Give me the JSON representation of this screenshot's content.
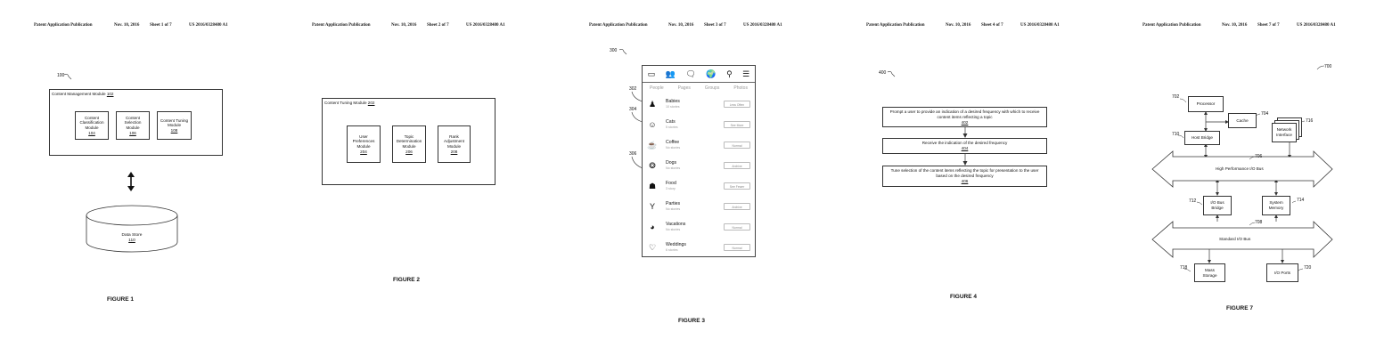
{
  "headers": [
    {
      "pub": "Patent Application Publication",
      "date": "Nov. 10, 2016",
      "sheet": "Sheet 1 of 7",
      "num": "US 2016/0328480 A1"
    },
    {
      "pub": "Patent Application Publication",
      "date": "Nov. 10, 2016",
      "sheet": "Sheet 2 of 7",
      "num": "US 2016/0328480 A1"
    },
    {
      "pub": "Patent Application Publication",
      "date": "Nov. 10, 2016",
      "sheet": "Sheet 3 of 7",
      "num": "US 2016/0328480 A1"
    },
    {
      "pub": "Patent Application Publication",
      "date": "Nov. 10, 2016",
      "sheet": "Sheet 4 of 7",
      "num": "US 2016/0328480 A1"
    },
    {
      "pub": "Patent Application Publication",
      "date": "Nov. 10, 2016",
      "sheet": "Sheet 7 of 7",
      "num": "US 2016/0328480 A1"
    }
  ],
  "fig1": {
    "ref": "100",
    "outer_label": "Content Management Module",
    "outer_num": "102",
    "modules": [
      {
        "l1": "Content",
        "l2": "Classification",
        "l3": "Module",
        "num": "104"
      },
      {
        "l1": "Content",
        "l2": "Selection",
        "l3": "Module",
        "num": "106"
      },
      {
        "l1": "Content Tuning",
        "l2": "Module",
        "l3": "",
        "num": "108"
      }
    ],
    "store_label": "Data Store",
    "store_num": "110",
    "caption": "FIGURE 1"
  },
  "fig2": {
    "outer_label": "Content Tuning Module",
    "outer_num": "202",
    "modules": [
      {
        "l1": "User",
        "l2": "Preferences",
        "l3": "Module",
        "num": "204"
      },
      {
        "l1": "Topic",
        "l2": "Determination",
        "l3": "Module",
        "num": "206"
      },
      {
        "l1": "Rank",
        "l2": "Adjustment",
        "l3": "Module",
        "num": "208"
      }
    ],
    "caption": "FIGURE 2"
  },
  "fig3": {
    "ref": "300",
    "callouts": [
      "302",
      "304",
      "306"
    ],
    "toolbar_icons": [
      "window-icon",
      "people-icon",
      "chat-icon",
      "globe-icon",
      "search-icon",
      "menu-icon"
    ],
    "tabs": [
      "People",
      "Pages",
      "Groups",
      "Photos"
    ],
    "rows": [
      {
        "icon": "baby-icon",
        "glyph": "♟",
        "name": "Babies",
        "sub": "10 stories",
        "btn": "Less Often"
      },
      {
        "icon": "cat-icon",
        "glyph": "☺",
        "name": "Cats",
        "sub": "5 stories",
        "btn": "See More"
      },
      {
        "icon": "coffee-icon",
        "glyph": "☕",
        "name": "Coffee",
        "sub": "No stories",
        "btn": "Normal"
      },
      {
        "icon": "dog-icon",
        "glyph": "❂",
        "name": "Dogs",
        "sub": "No stories",
        "btn": "Archive"
      },
      {
        "icon": "food-icon",
        "glyph": "☗",
        "name": "Food",
        "sub": "3 story",
        "btn": "See Fewer"
      },
      {
        "icon": "party-icon",
        "glyph": "Y",
        "name": "Parties",
        "sub": "No stories",
        "btn": "Archive"
      },
      {
        "icon": "vacation-icon",
        "glyph": "◕",
        "name": "Vacations",
        "sub": "No stories",
        "btn": "Normal"
      },
      {
        "icon": "wedding-icon",
        "glyph": "♡",
        "name": "Weddings",
        "sub": "6 stories",
        "btn": "Normal"
      }
    ],
    "caption": "FIGURE 3"
  },
  "fig4": {
    "ref": "400",
    "steps": [
      {
        "text": "Prompt a user to provide an indication of a desired frequency with which to receive content items reflecting a topic",
        "num": "402"
      },
      {
        "text": "Receive the indication of the desired frequency",
        "num": "404"
      },
      {
        "text": "Tune selection of the content items reflecting the topic for presentation to the user based on the desired frequency",
        "num": "406"
      }
    ],
    "caption": "FIGURE 4"
  },
  "fig7": {
    "ref": "700",
    "processor": "Processor",
    "processor_num": "702",
    "cache": "Cache",
    "cache_num": "704",
    "host_bridge": "Host Bridge",
    "host_bridge_num": "710",
    "net_l1": "Network",
    "net_l2": "Interface",
    "net_num": "716",
    "hp_bus": "High Performance I/O Bus",
    "hp_bus_num": "706",
    "io_bridge_l1": "I/O Bus",
    "io_bridge_l2": "Bridge",
    "io_bridge_num": "712",
    "sysmem_l1": "System",
    "sysmem_l2": "Memory",
    "sysmem_num": "714",
    "std_bus": "Standard I/O Bus",
    "std_bus_num": "708",
    "mass_l1": "Mass",
    "mass_l2": "Storage",
    "mass_num": "718",
    "ports": "I/O Ports",
    "ports_num": "720",
    "caption": "FIGURE 7"
  }
}
